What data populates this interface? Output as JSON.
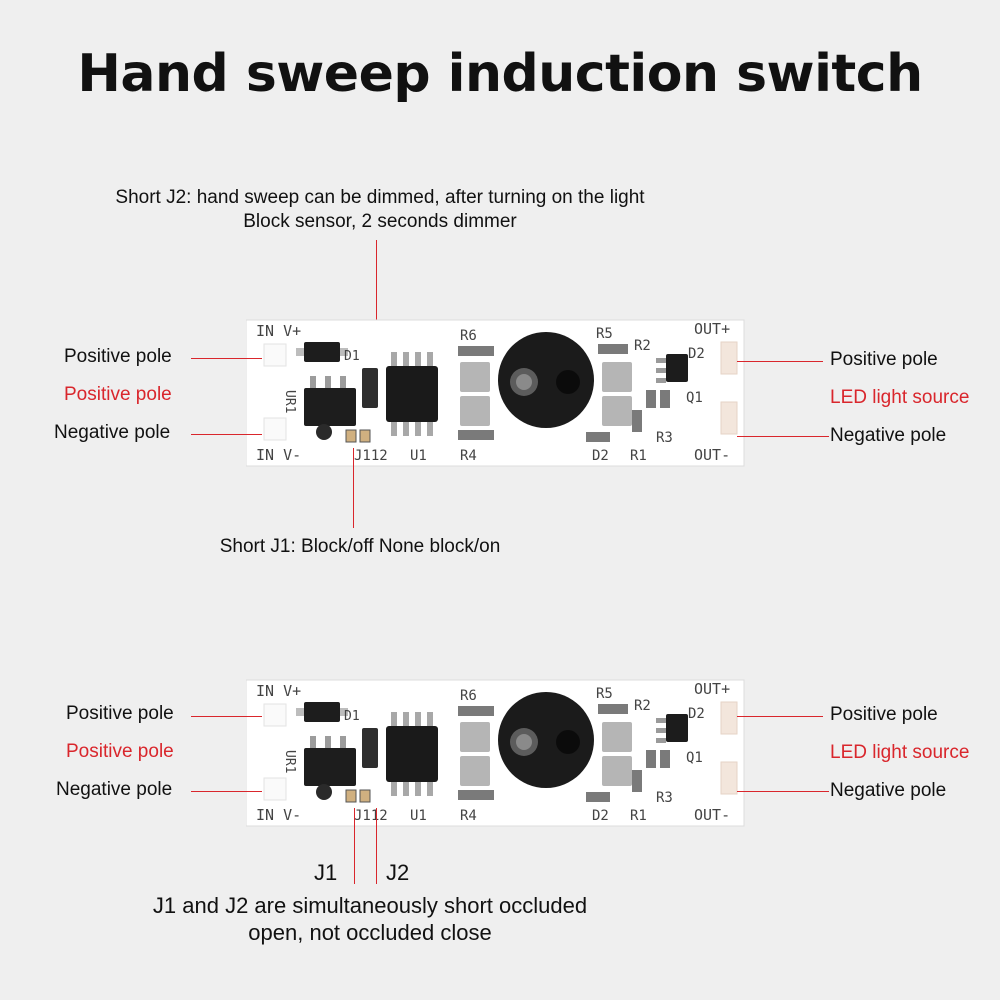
{
  "title": "Hand sweep induction switch",
  "top_diagram": {
    "left_labels": [
      "Positive pole",
      "Positive pole",
      "Negative pole"
    ],
    "right_labels": [
      "Positive pole",
      "LED light source",
      "Negative pole"
    ],
    "note_j2_line1": "Short J2: hand sweep can be dimmed, after turning on the light",
    "note_j2_line2": "Block sensor, 2 seconds dimmer",
    "note_j1": "Short J1: Block/off None block/on"
  },
  "bottom_diagram": {
    "left_labels": [
      "Positive pole",
      "Positive pole",
      "Negative pole"
    ],
    "right_labels": [
      "Positive pole",
      "LED light source",
      "Negative pole"
    ],
    "j1": "J1",
    "j2": "J2",
    "note_line1": "J1 and J2 are simultaneously short occluded",
    "note_line2": "open, not occluded close"
  },
  "pcb_silkscreen": {
    "in_plus": "IN V+",
    "in_minus": "IN V-",
    "out_plus": "OUT+",
    "out_minus": "OUT-",
    "d1": "D1",
    "ur1": "UR1",
    "r6": "R6",
    "r5": "R5",
    "r2": "R2",
    "d2_top": "D2",
    "q1": "Q1",
    "r3": "R3",
    "r4": "R4",
    "d2": "D2",
    "r1": "R1",
    "u1": "U1",
    "j12": "J112"
  },
  "colors": {
    "accent_red": "#d9262c",
    "board": "#ffffff",
    "text": "#111111"
  }
}
